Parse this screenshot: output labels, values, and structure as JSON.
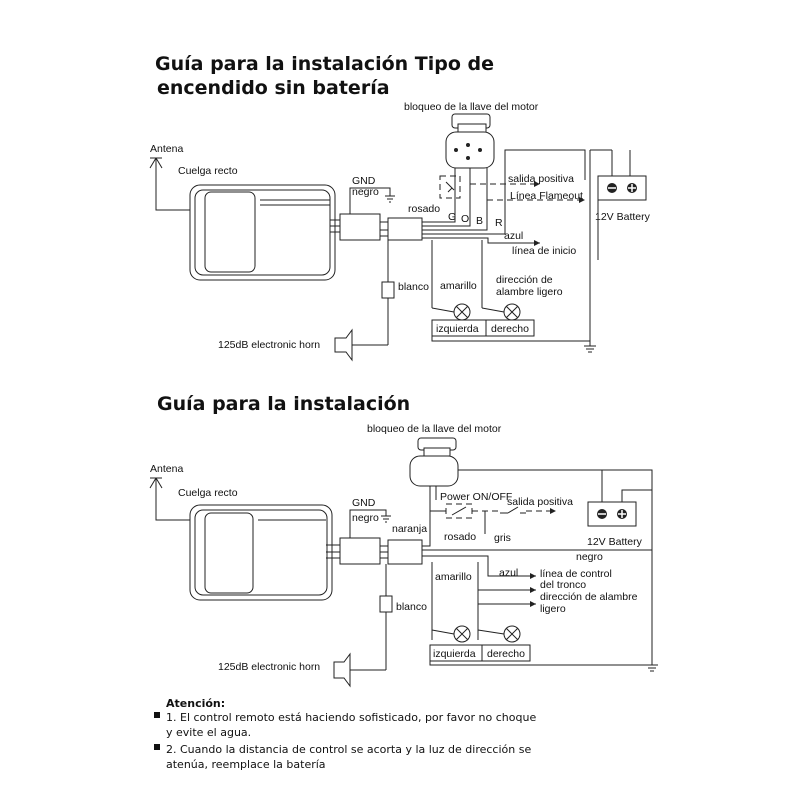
{
  "diagram1": {
    "title_line1": "Guía para la instalación Tipo de",
    "title_line2": "encendido sin batería",
    "engine_lock": "bloqueo de la llave del motor",
    "antenna": "Antena",
    "hang": "Cuelga recto",
    "gnd": "GND",
    "negro": "negro",
    "rosado": "rosado",
    "pin_g": "G",
    "pin_o": "O",
    "pin_b": "B",
    "pin_r": "R",
    "salida_positiva": "salida positiva",
    "flameout": "Línea Flameout",
    "azul": "azul",
    "linea_inicio": "línea de inicio",
    "battery": "12V Battery",
    "blanco": "blanco",
    "amarillo": "amarillo",
    "direccion": "dirección de",
    "alambre": "alambre ligero",
    "izquierda": "izquierda",
    "derecho": "derecho",
    "horn": "125dB electronic horn"
  },
  "diagram2": {
    "title": "Guía para la instalación",
    "engine_lock": "bloqueo de la llave del motor",
    "antenna": "Antena",
    "hang": "Cuelga recto",
    "gnd": "GND",
    "negro": "negro",
    "naranja": "naranja",
    "power": "Power ON/OFF",
    "salida_positiva": "salida positiva",
    "rosado": "rosado",
    "gris": "gris",
    "battery": "12V Battery",
    "negro2": "negro",
    "amarillo": "amarillo",
    "azul": "azul",
    "control_tronco_1": "línea de control",
    "control_tronco_2": "del tronco",
    "direccion_1": "dirección de alambre",
    "direccion_2": "ligero",
    "blanco": "blanco",
    "izquierda": "izquierda",
    "derecho": "derecho",
    "horn": "125dB electronic horn"
  },
  "attention": {
    "heading": "Atención:",
    "note1_line1": "1. El control remoto está haciendo sofisticado, por favor no choque",
    "note1_line2": "y evite el agua.",
    "note2_line1": "2. Cuando la distancia de control se acorta y la luz de dirección se",
    "note2_line2": "atenúa, reemplace la batería"
  },
  "icons": [
    "antenna-icon",
    "ignition-switch-icon",
    "battery-icon",
    "ground-icon",
    "lamp-icon",
    "horn-icon",
    "connector-icon",
    "switch-icon"
  ]
}
